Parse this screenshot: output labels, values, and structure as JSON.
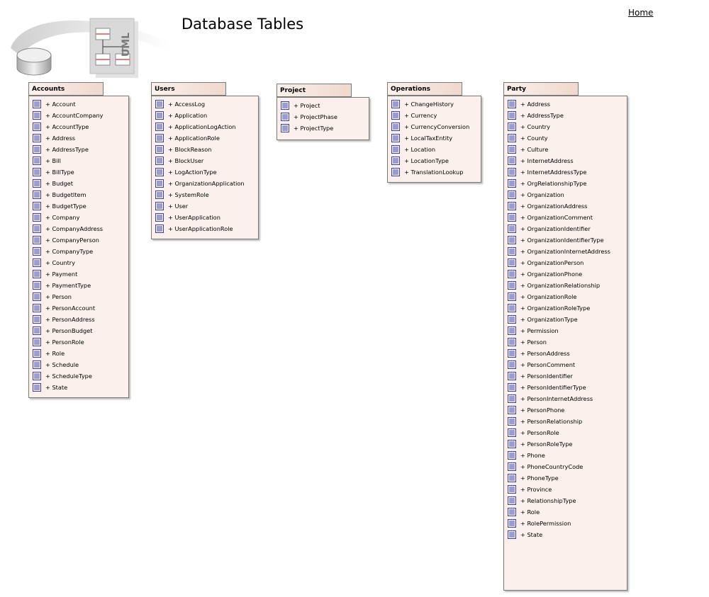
{
  "page": {
    "title": "Database Tables",
    "home_label": "Home"
  },
  "logo": {
    "icon": "uml-database-logo",
    "uml_text": "UML"
  },
  "packages": [
    {
      "key": "accounts",
      "name": "Accounts",
      "items": [
        "Account",
        "AccountCompany",
        "AccountType",
        "Address",
        "AddressType",
        "Bill",
        "BillType",
        "Budget",
        "BudgetItem",
        "BudgetType",
        "Company",
        "CompanyAddress",
        "CompanyPerson",
        "CompanyType",
        "Country",
        "Payment",
        "PaymentType",
        "Person",
        "PersonAccount",
        "PersonAddress",
        "PersonBudget",
        "PersonRole",
        "Role",
        "Schedule",
        "ScheduleType",
        "State"
      ]
    },
    {
      "key": "users",
      "name": "Users",
      "items": [
        "AccessLog",
        "Application",
        "ApplicationLogAction",
        "ApplicationRole",
        "BlockReason",
        "BlockUser",
        "LogActionType",
        "OrganizationApplication",
        "SystemRole",
        "User",
        "UserApplication",
        "UserApplicationRole"
      ]
    },
    {
      "key": "project",
      "name": "Project",
      "items": [
        "Project",
        "ProjectPhase",
        "ProjectType"
      ]
    },
    {
      "key": "operations",
      "name": "Operations",
      "items": [
        "ChangeHistory",
        "Currency",
        "CurrencyConversion",
        "LocalTaxEntity",
        "Location",
        "LocationType",
        "TranslationLookup"
      ]
    },
    {
      "key": "party",
      "name": "Party",
      "items": [
        "Address",
        "AddressType",
        "Country",
        "County",
        "Culture",
        "InternetAddress",
        "InternetAddressType",
        "OrgRelationshipType",
        "Organization",
        "OrganizationAddress",
        "OrganizationComment",
        "OrganizationIdentifier",
        "OrganizationIdentifierType",
        "OrganizationInternetAddress",
        "OrganizationPerson",
        "OrganizationPhone",
        "OrganizationRelationship",
        "OrganizationRole",
        "OrganizationRoleType",
        "OrganizationType",
        "Permission",
        "Person",
        "PersonAddress",
        "PersonComment",
        "PersonIdentifier",
        "PersonIdentifierType",
        "PersonInternetAddress",
        "PersonPhone",
        "PersonRelationship",
        "PersonRole",
        "PersonRoleType",
        "Phone",
        "PhoneCountryCode",
        "PhoneType",
        "Province",
        "RelationshipType",
        "Role",
        "RolePermission",
        "State"
      ]
    }
  ],
  "colors": {
    "package_fill": "#fcf0ec",
    "tab_fill": "#efd8cd",
    "border": "#7a7a7a",
    "class_icon": "#3a3aa8"
  }
}
